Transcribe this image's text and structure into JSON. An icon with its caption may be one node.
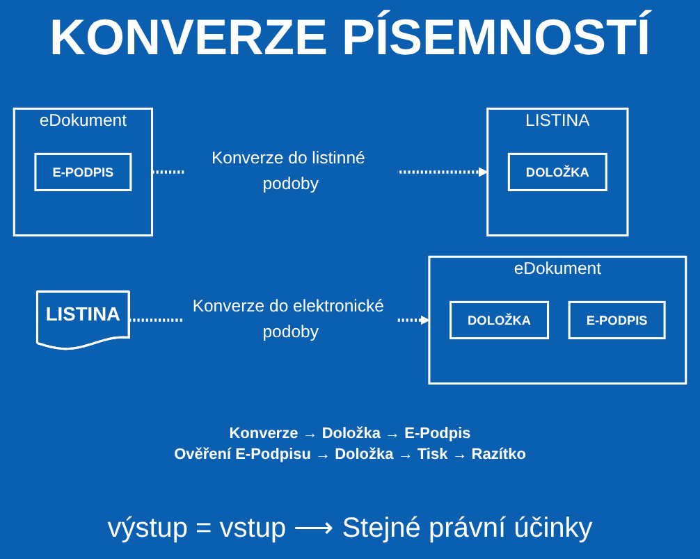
{
  "diagram": {
    "title": "KONVERZE PÍSEMNOSTÍ",
    "caption": "výstup = vstup ⟶ Stejné právní účinky",
    "nodes": [
      {
        "text": [
          "LISTINA"
        ]
      },
      {
        "text": [
          "eDokument"
        ]
      },
      {
        "text": [
          "DOLOŽKA"
        ],
        "in": 1
      },
      {
        "text": [
          "E-PODPIS"
        ],
        "in": 1
      },
      {
        "text": [
          "eDokument"
        ]
      },
      {
        "text": [
          "E-PODPIS"
        ],
        "in": 4
      },
      {
        "text": [
          "LISTINA"
        ]
      },
      {
        "text": [
          "DOLOŽKA"
        ],
        "in": 6
      }
    ],
    "edges": [
      {
        "from": 0,
        "to": 1,
        "arrow": "to",
        "label": "Konverze do elektronické podoby",
        "style": "dashed"
      },
      {
        "from": 4,
        "to": 6,
        "arrow": "to",
        "label": "Konverze do listinné podoby",
        "style": "dashed"
      }
    ],
    "labels": [
      "Konverze → Doložka → E-Podpis",
      "Ověření E-Podpisu → Doložka → Tisk → Razítko"
    ]
  }
}
